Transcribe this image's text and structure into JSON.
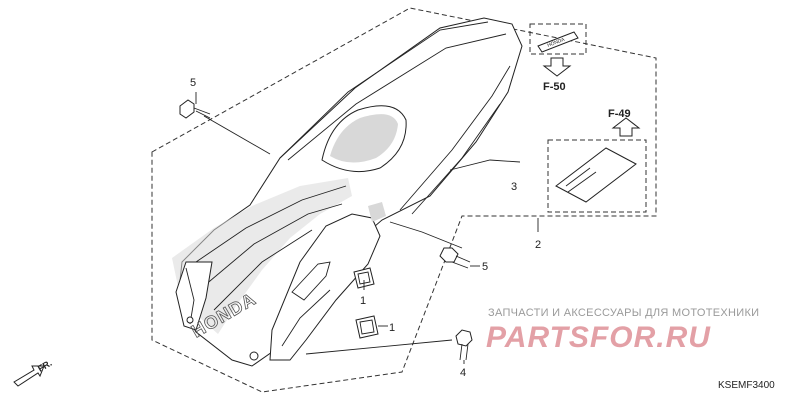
{
  "callouts": {
    "c1a": "1",
    "c1b": "1",
    "c2": "2",
    "c3": "3",
    "c4": "4",
    "c5a": "5",
    "c5b": "5"
  },
  "references": {
    "f50": "F-50",
    "f49": "F-49"
  },
  "diagram_code": "KSEMF3400",
  "direction_label": "FR.",
  "watermark": {
    "tagline": "ЗАПЧАСТИ И АКСЕССУАРЫ ДЛЯ МОТОТЕХНИКИ",
    "logo": "PARTSFOR.RU"
  },
  "embossed_brand": "HONDA",
  "label_text": "HONDA"
}
